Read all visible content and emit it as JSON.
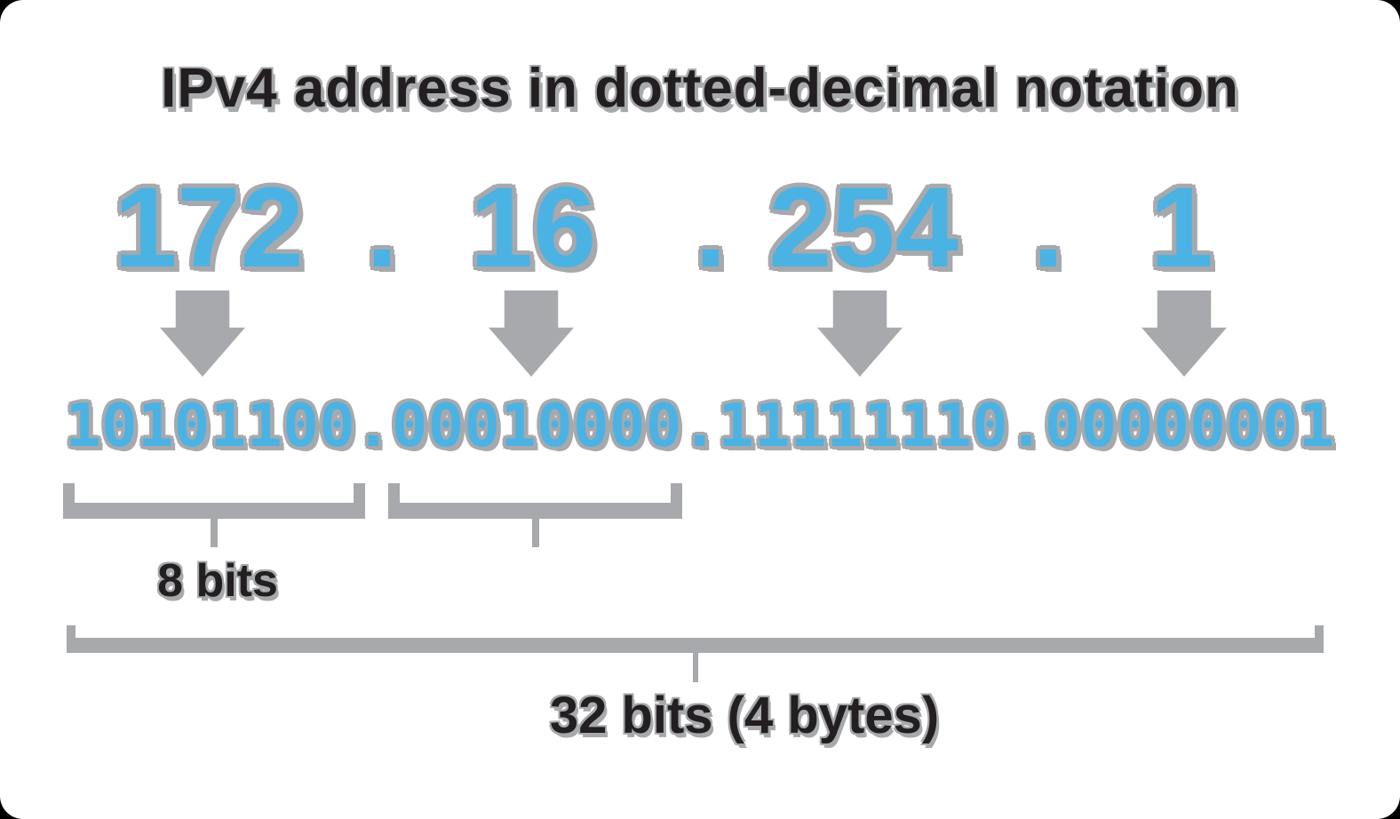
{
  "title": "IPv4 address in dotted-decimal notation",
  "address": {
    "octets": [
      "172",
      "16",
      "254",
      "1"
    ],
    "separator": "."
  },
  "binary": "10101100.00010000.11111110.00000001",
  "annotations": {
    "octet_size": "8 bits",
    "total_size": "32 bits (4 bytes)"
  },
  "colors": {
    "blue": "#4bb2e4",
    "gray": "#a7a9ac",
    "dark": "#231f20",
    "canvas": "#ffffff",
    "frame": "#000000"
  }
}
